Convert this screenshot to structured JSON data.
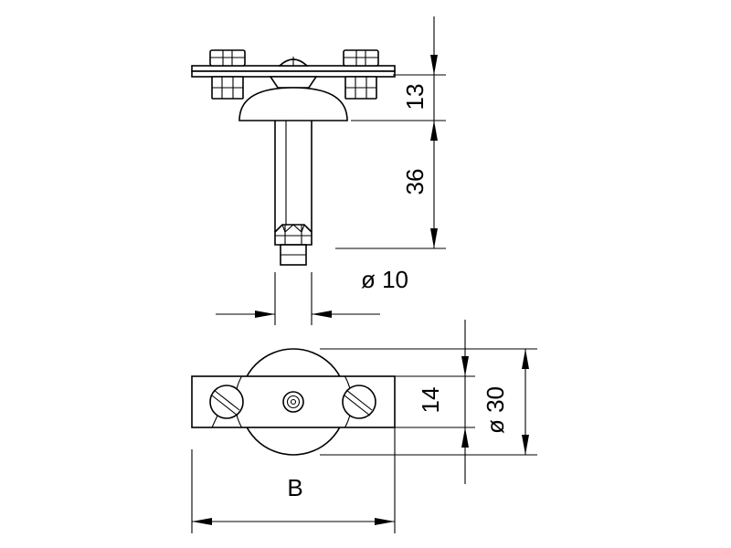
{
  "drawing": {
    "dimensions": {
      "head_height": "13",
      "shank_length": "36",
      "shank_diameter": "ø 10",
      "clamp_width": "14",
      "disc_diameter": "ø 30",
      "clamp_length": "B"
    }
  }
}
